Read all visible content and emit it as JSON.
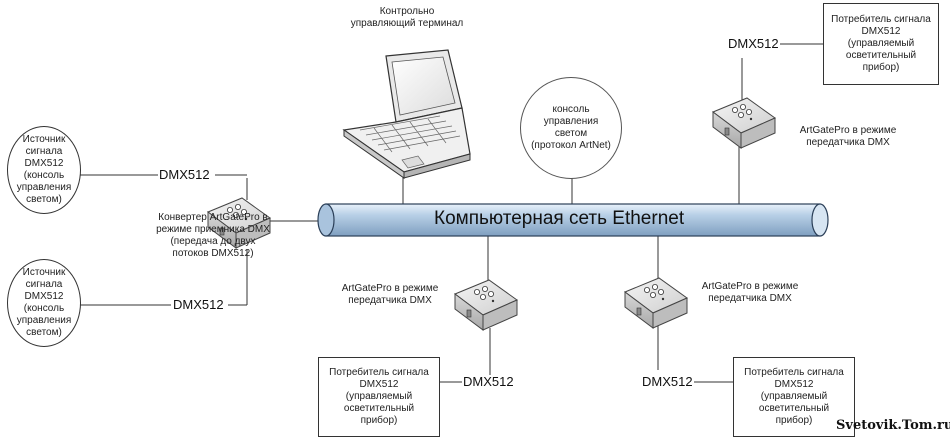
{
  "terminal_label": "Контрольно\nуправляющий терминал",
  "network_title": "Компьютерная сеть Ethernet",
  "console": "консоль\nуправления\nсветом\n(протокол ArtNet)",
  "converter_label": "Конвертер ArtGatePro в\nрежиме приемника DMX\n(передача до двух\nпотоков DMX512)",
  "source_1": "Источник\nсигнала DMX512\n(консоль\nуправления\nсветом)",
  "source_2": "Источник\nсигнала DMX512\n(консоль\nуправления\nсветом)",
  "dmx_tag": "DMX512",
  "transmitter_top_label": "ArtGatePro в режиме\nпередатчика DMX",
  "transmitter_mid_label": "ArtGatePro в режиме\nпередатчика DMX",
  "transmitter_right_label": "ArtGatePro в режиме\nпередатчика DMX",
  "consumer_top": "Потребитель сигнала\nDMX512\n(управляемый\nосветительный\nприбор)",
  "consumer_mid": "Потребитель сигнала\nDMX512\n(управляемый\nосветительный\nприбор)",
  "consumer_right": "Потребитель сигнала\nDMX512\n(управляемый\nосветительный\nприбор)",
  "watermark": "Svetovik.Tom.ru"
}
